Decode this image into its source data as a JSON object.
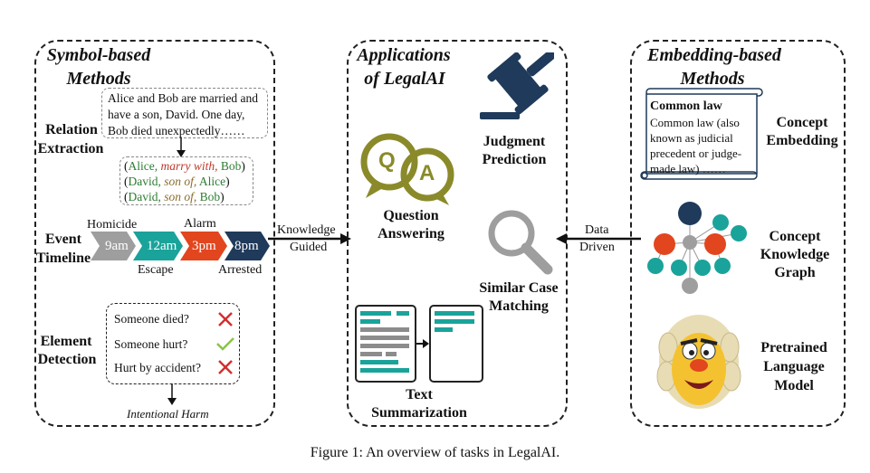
{
  "left_panel": {
    "title_line1": "Symbol-based",
    "title_line2": "Methods",
    "relation_label_1": "Relation",
    "relation_label_2": "Extraction",
    "story_text": "Alice and Bob are married and have a son, David. One day, Bob died unexpectedly……",
    "triples": [
      {
        "open": "(",
        "e1": "Alice,",
        "rel": "marry with,",
        "e2": "Bob",
        "close": ")"
      },
      {
        "open": "(",
        "e1": "David,",
        "rel": "son of,",
        "e2": "Alice",
        "close": ")"
      },
      {
        "open": "(",
        "e1": "David,",
        "rel": "son of,",
        "e2": "Bob",
        "close": ")"
      }
    ],
    "event_label_1": "Event",
    "event_label_2": "Timeline",
    "timeline": [
      {
        "time": "9am",
        "color": "#9e9e9e"
      },
      {
        "time": "12am",
        "color": "#1aa39a"
      },
      {
        "time": "3pm",
        "color": "#e2461f"
      },
      {
        "time": "8pm",
        "color": "#1f3a5a"
      }
    ],
    "timeline_above": [
      "Homicide",
      "Alarm"
    ],
    "timeline_below": [
      "Escape",
      "Arrested"
    ],
    "element_label_1": "Element",
    "element_label_2": "Detection",
    "elements": [
      {
        "question": "Someone died?",
        "mark": "cross"
      },
      {
        "question": "Someone hurt?",
        "mark": "check"
      },
      {
        "question": "Hurt by accident?",
        "mark": "cross"
      }
    ],
    "element_result": "Intentional Harm"
  },
  "arrow_left_label_1": "Knowledge",
  "arrow_left_label_2": "Guided",
  "arrow_right_label_1": "Data",
  "arrow_right_label_2": "Driven",
  "center_panel": {
    "title_line1": "Applications",
    "title_line2": "of LegalAI",
    "judgment_1": "Judgment",
    "judgment_2": "Prediction",
    "qa_q": "Q",
    "qa_a": "A",
    "qa_1": "Question",
    "qa_2": "Answering",
    "scm_1": "Similar Case",
    "scm_2": "Matching",
    "sum_1": "Text",
    "sum_2": "Summarization"
  },
  "right_panel": {
    "title_line1": "Embedding-based",
    "title_line2": "Methods",
    "scroll_title": "Common law",
    "scroll_text": "Common law (also known as judicial precedent or judge-made law) ……",
    "concept_emb_1": "Concept",
    "concept_emb_2": "Embedding",
    "kg_1": "Concept",
    "kg_2": "Knowledge",
    "kg_3": "Graph",
    "plm_1": "Pretrained",
    "plm_2": "Language",
    "plm_3": "Model"
  },
  "caption": "Figure 1: An overview of tasks in LegalAI.",
  "colors": {
    "teal": "#1aa39a",
    "olive": "#8a8a2a",
    "navy": "#1f3a5a",
    "gray": "#9e9e9e",
    "red": "#e2461f"
  }
}
